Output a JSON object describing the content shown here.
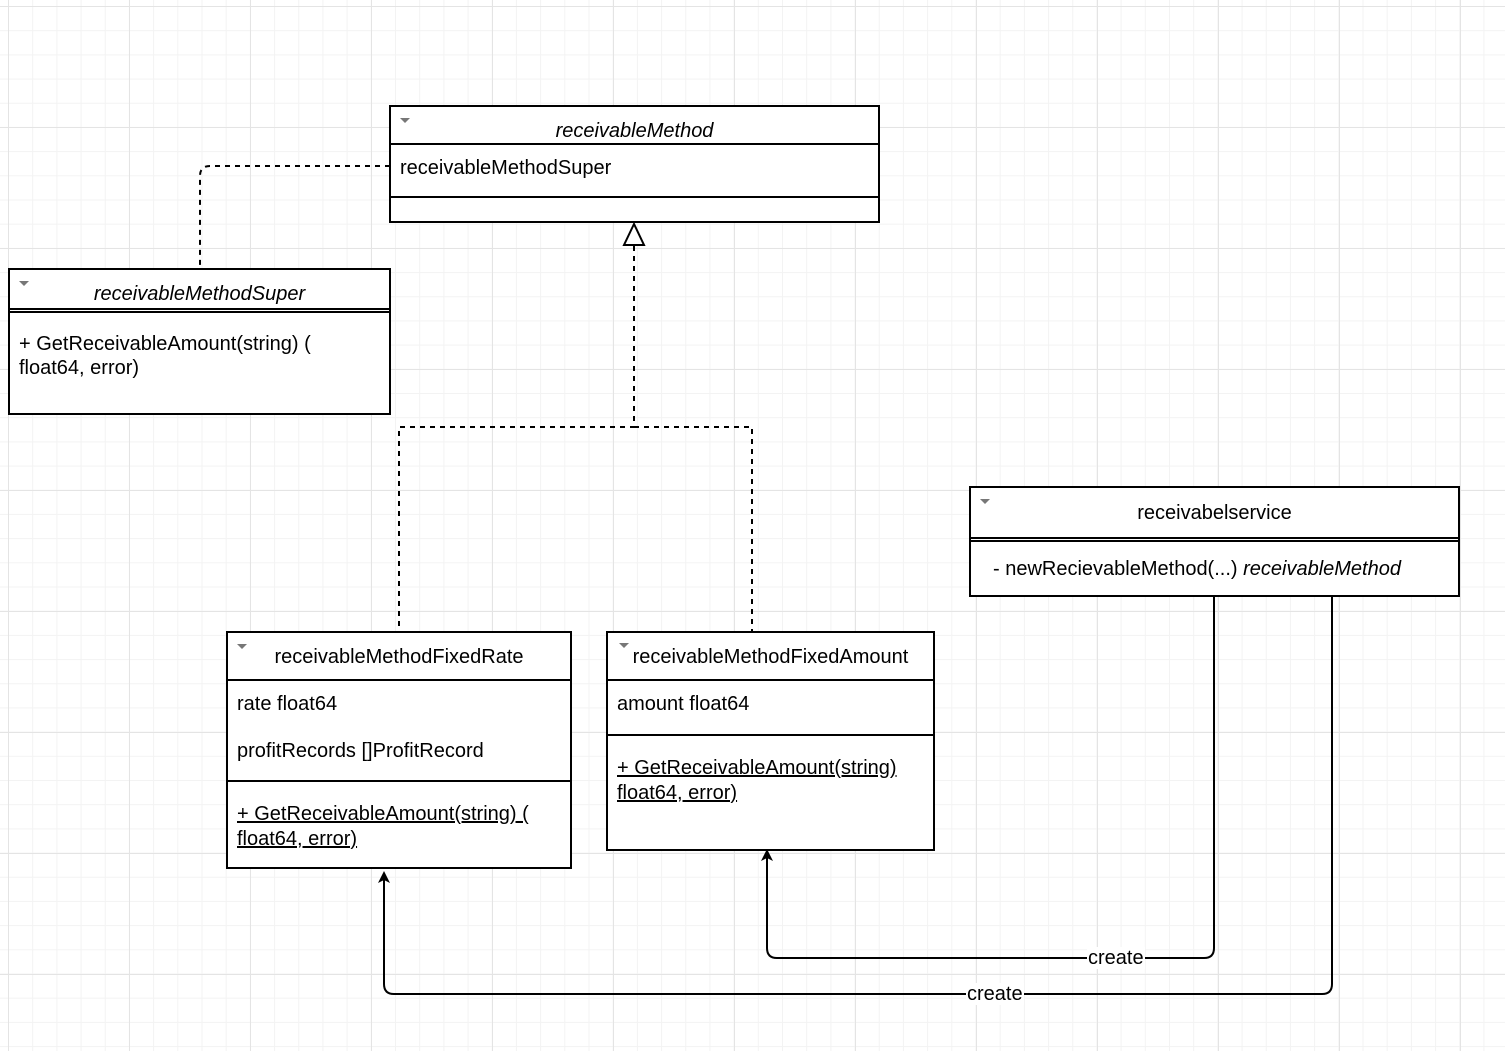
{
  "classes": {
    "receivable_method": {
      "name": "receivableMethod",
      "attributes": [
        "receivableMethodSuper"
      ]
    },
    "receivable_method_super": {
      "name": "receivableMethodSuper",
      "methods": [
        "+ GetReceivableAmount(string) ( float64, error)"
      ]
    },
    "fixed_rate": {
      "name": "receivableMethodFixedRate",
      "attributes": [
        "rate float64",
        "profitRecords []ProfitRecord"
      ],
      "methods": [
        "+ GetReceivableAmount(string) ( float64, error)"
      ]
    },
    "fixed_amount": {
      "name": "receivableMethodFixedAmount",
      "attributes": [
        "amount float64"
      ],
      "methods": [
        "+ GetReceivableAmount(string) float64, error)"
      ]
    },
    "service": {
      "name": "receivabelservice",
      "method_prefix": "- newRecievableMethod(...) ",
      "method_return": "receivableMethod"
    }
  },
  "edges": {
    "create_to_fixed_amount": "create",
    "create_to_fixed_rate": "create"
  }
}
